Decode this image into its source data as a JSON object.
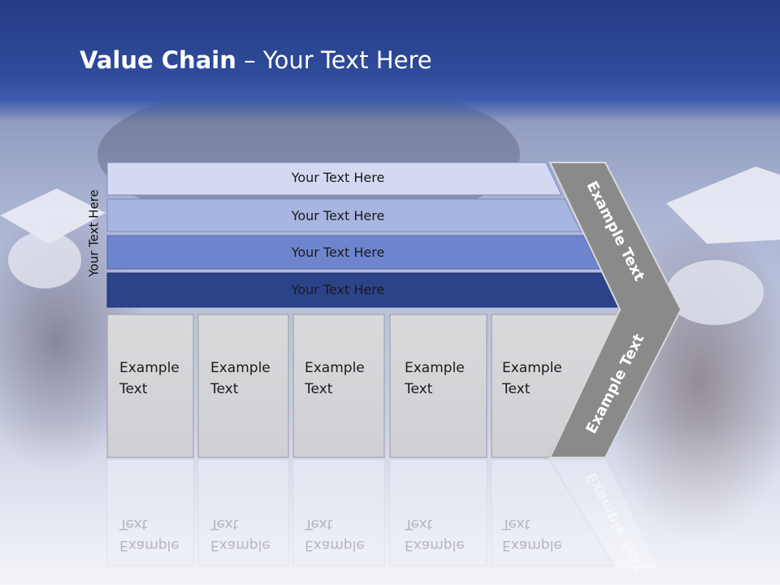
{
  "slide": {
    "title_bold": "Value Chain",
    "title_rest": " – Your Text Here",
    "side_label": "Your Text Here"
  },
  "rows": [
    {
      "label": "Your Text Here",
      "color": "#d3d9f1"
    },
    {
      "label": "Your Text Here",
      "color": "#a7b5e2"
    },
    {
      "label": "Your Text Here",
      "color": "#6e85ce"
    },
    {
      "label": "Your Text Here",
      "color": "#2c4389"
    }
  ],
  "boxes": [
    {
      "line1": "Example",
      "line2": "Text"
    },
    {
      "line1": "Example",
      "line2": "Text"
    },
    {
      "line1": "Example",
      "line2": "Text"
    },
    {
      "line1": "Example",
      "line2": "Text"
    },
    {
      "line1": "Example",
      "line2": "Text"
    }
  ],
  "chevron": {
    "upper_label": "Example Text",
    "lower_label": "Example Text",
    "color": "#8a8a8a"
  }
}
